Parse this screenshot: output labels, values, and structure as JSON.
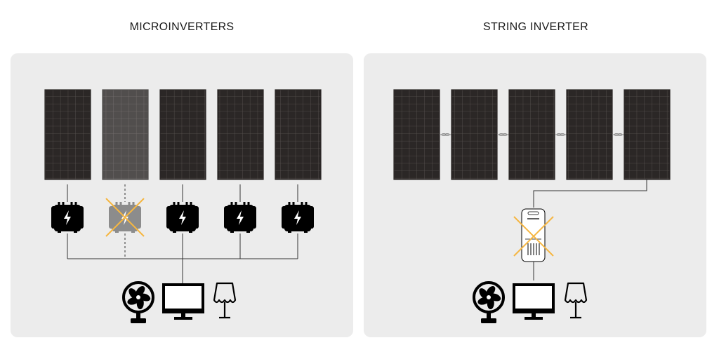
{
  "panels": {
    "microinverters": {
      "title": "MICROINVERTERS",
      "panel_count": 5,
      "failed_inverter_index": 1
    },
    "string_inverter": {
      "title": "STRING INVERTER",
      "panel_count": 5,
      "inverter_failed": true
    }
  },
  "appliances": [
    "fan-icon",
    "monitor-icon",
    "lamp-icon"
  ],
  "colors": {
    "panel_bg": "#ececec",
    "solar_cell": "#2b2726",
    "solar_grid": "#5a5452",
    "inverter_ok": "#000000",
    "inverter_failed": "#8c8c8c",
    "failure_cross": "#f5b642",
    "wire": "#333333"
  }
}
